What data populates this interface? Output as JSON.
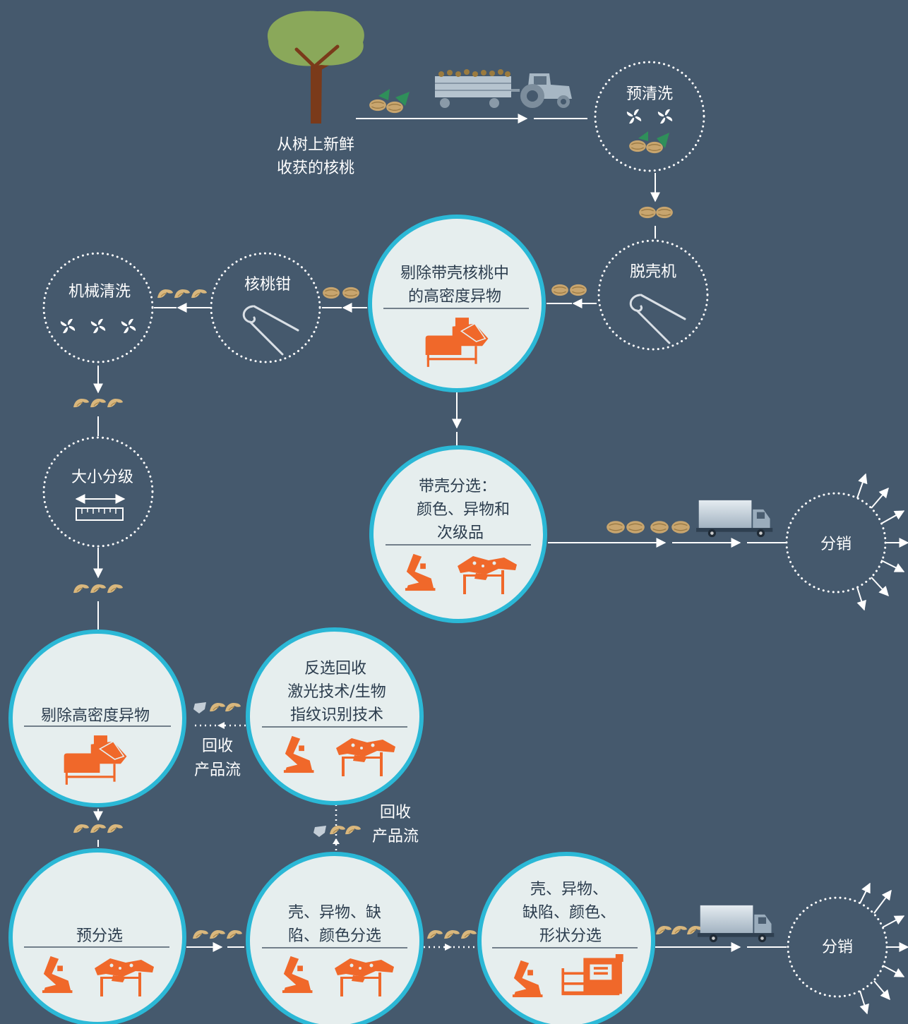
{
  "colors": {
    "background": "#45596d",
    "circle_fill": "#e6eeee",
    "circle_border": "#2bb8d6",
    "machine_orange": "#f0682a",
    "nut": "#c8a56e",
    "dark_text": "#2c3d4e"
  },
  "harvest": {
    "line1": "从树上新鲜",
    "line2": "收获的核桃"
  },
  "steps": {
    "preclean": "预清洗",
    "huller": "脱壳机",
    "remove_in_shell": {
      "line1": "剔除带壳核桃中",
      "line2": "的高密度异物"
    },
    "cracker": "核桃钳",
    "mech_clean": "机械清洗",
    "size_grade": "大小分级",
    "inshell_sort": {
      "line1": "带壳分选：",
      "line2": "颜色、异物和",
      "line3": "次级品"
    },
    "distribution_1": "分销",
    "remove_dense": "剔除高密度异物",
    "reject_recovery": {
      "line1": "反选回收",
      "line2": "激光技术/生物",
      "line3": "指纹识别技术"
    },
    "recycle_1": {
      "line1": "回收",
      "line2": "产品流"
    },
    "recycle_2": {
      "line1": "回收",
      "line2": "产品流"
    },
    "pre_sort": "预分选",
    "shell_sort": {
      "line1": "壳、异物、缺",
      "line2": "陷、颜色分选"
    },
    "final_sort": {
      "line1": "壳、异物、",
      "line2": "缺陷、颜色、",
      "line3": "形状分选"
    },
    "distribution_2": "分销"
  },
  "icons": [
    "tree-icon",
    "tractor-icon",
    "truck-icon",
    "walnut-icon",
    "kernel-icon",
    "fan-icon",
    "cracker-tool-icon",
    "ruler-icon",
    "sorter-machine-icon",
    "shaker-machine-icon",
    "density-separator-icon",
    "shell-fragment-icon"
  ]
}
